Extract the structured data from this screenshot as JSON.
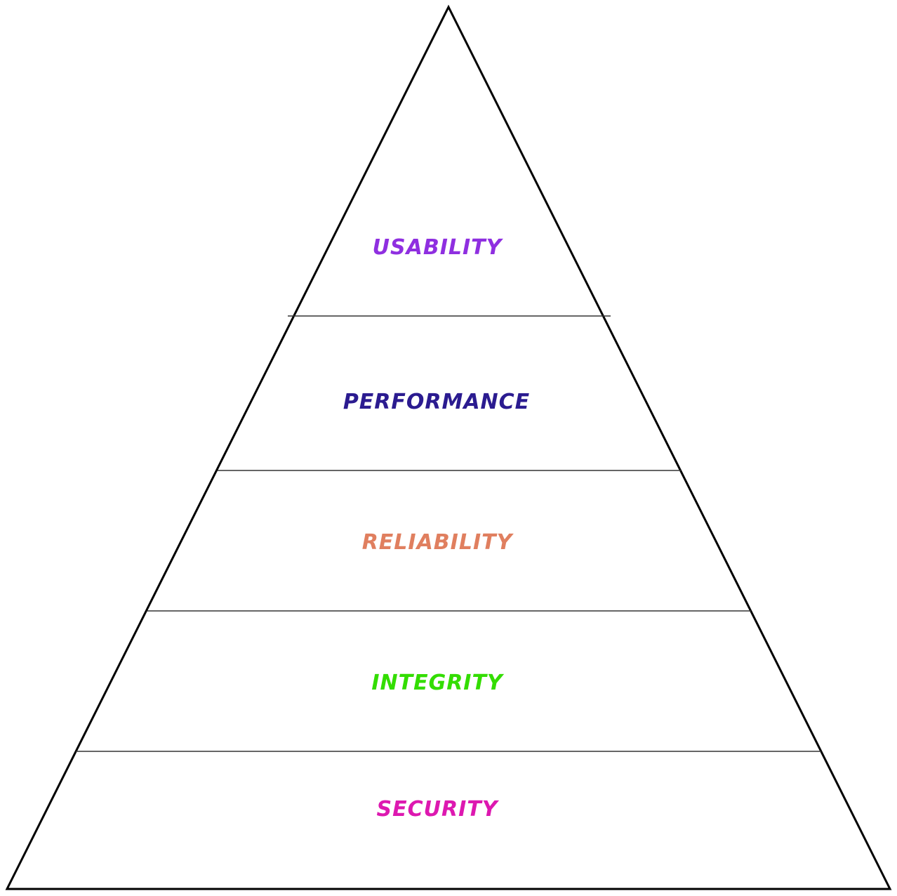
{
  "diagram": {
    "type": "pyramid",
    "levels": [
      {
        "label": "USABILITY",
        "color": "#8f2fe0"
      },
      {
        "label": "PERFORMANCE",
        "color": "#2b1b90"
      },
      {
        "label": "RELIABILITY",
        "color": "#e07f5f"
      },
      {
        "label": "INTEGRITY",
        "color": "#33dd00"
      },
      {
        "label": "SECURITY",
        "color": "#dd18b0"
      }
    ]
  }
}
